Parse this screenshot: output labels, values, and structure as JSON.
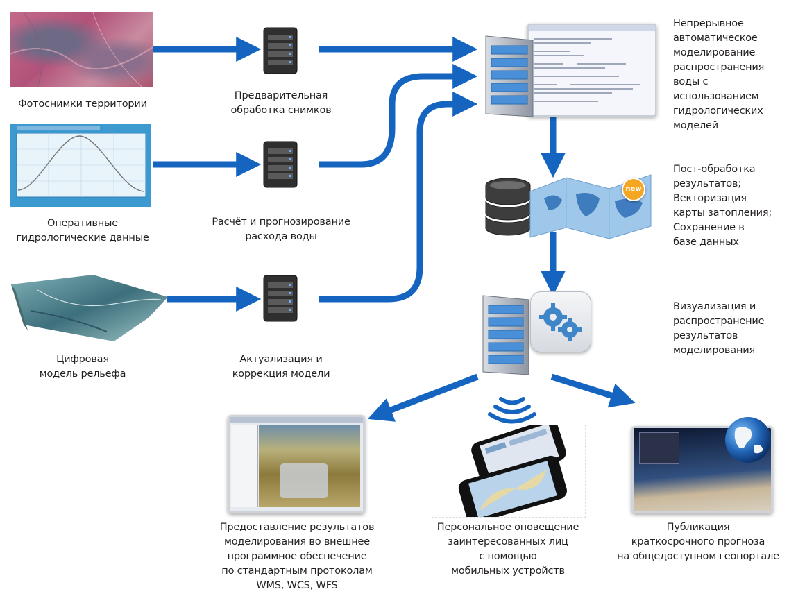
{
  "inputs": {
    "photos_caption": "Фотоснимки территории",
    "hydro_caption": "Оперативные\nгидрологические данные",
    "dem_caption": "Цифровая\nмодель рельефа"
  },
  "processing": {
    "preprocess_caption": "Предварительная\nобработка снимков",
    "calc_caption": "Расчёт и прогнозирование\nрасхода воды",
    "update_caption": "Актуализация и\nкоррекция модели"
  },
  "stages": {
    "modeling_text": "Непрерывное\nавтоматическое\nмоделирование\nраспространения\nводы с\nиспользованием\nгидрологических\nмоделей",
    "postprocess_text": "Пост-обработка\nрезультатов;\nВекторизация\nкарты затопления;\nСохранение в\nбазе данных",
    "visualization_text": "Визуализация и\nраспространение\nрезультатов\nмоделирования",
    "new_badge": "new"
  },
  "outputs": {
    "software_caption": "Предоставление результатов\nмоделирования во внешнее\nпрограммное обеспечение\nпо стандартным протоколам\nWMS, WCS, WFS",
    "mobile_caption": "Персональное оповещение\nзаинтересованных лиц\nс помощью\nмобильных устройств",
    "portal_caption": "Публикация\nкраткосрочного прогноза\nна общедоступном геопортале"
  },
  "colors": {
    "arrow": "#1565c0",
    "server_dark": "#3a3a3a",
    "server_blue": "#4a90d9",
    "badge": "#f5a623"
  }
}
